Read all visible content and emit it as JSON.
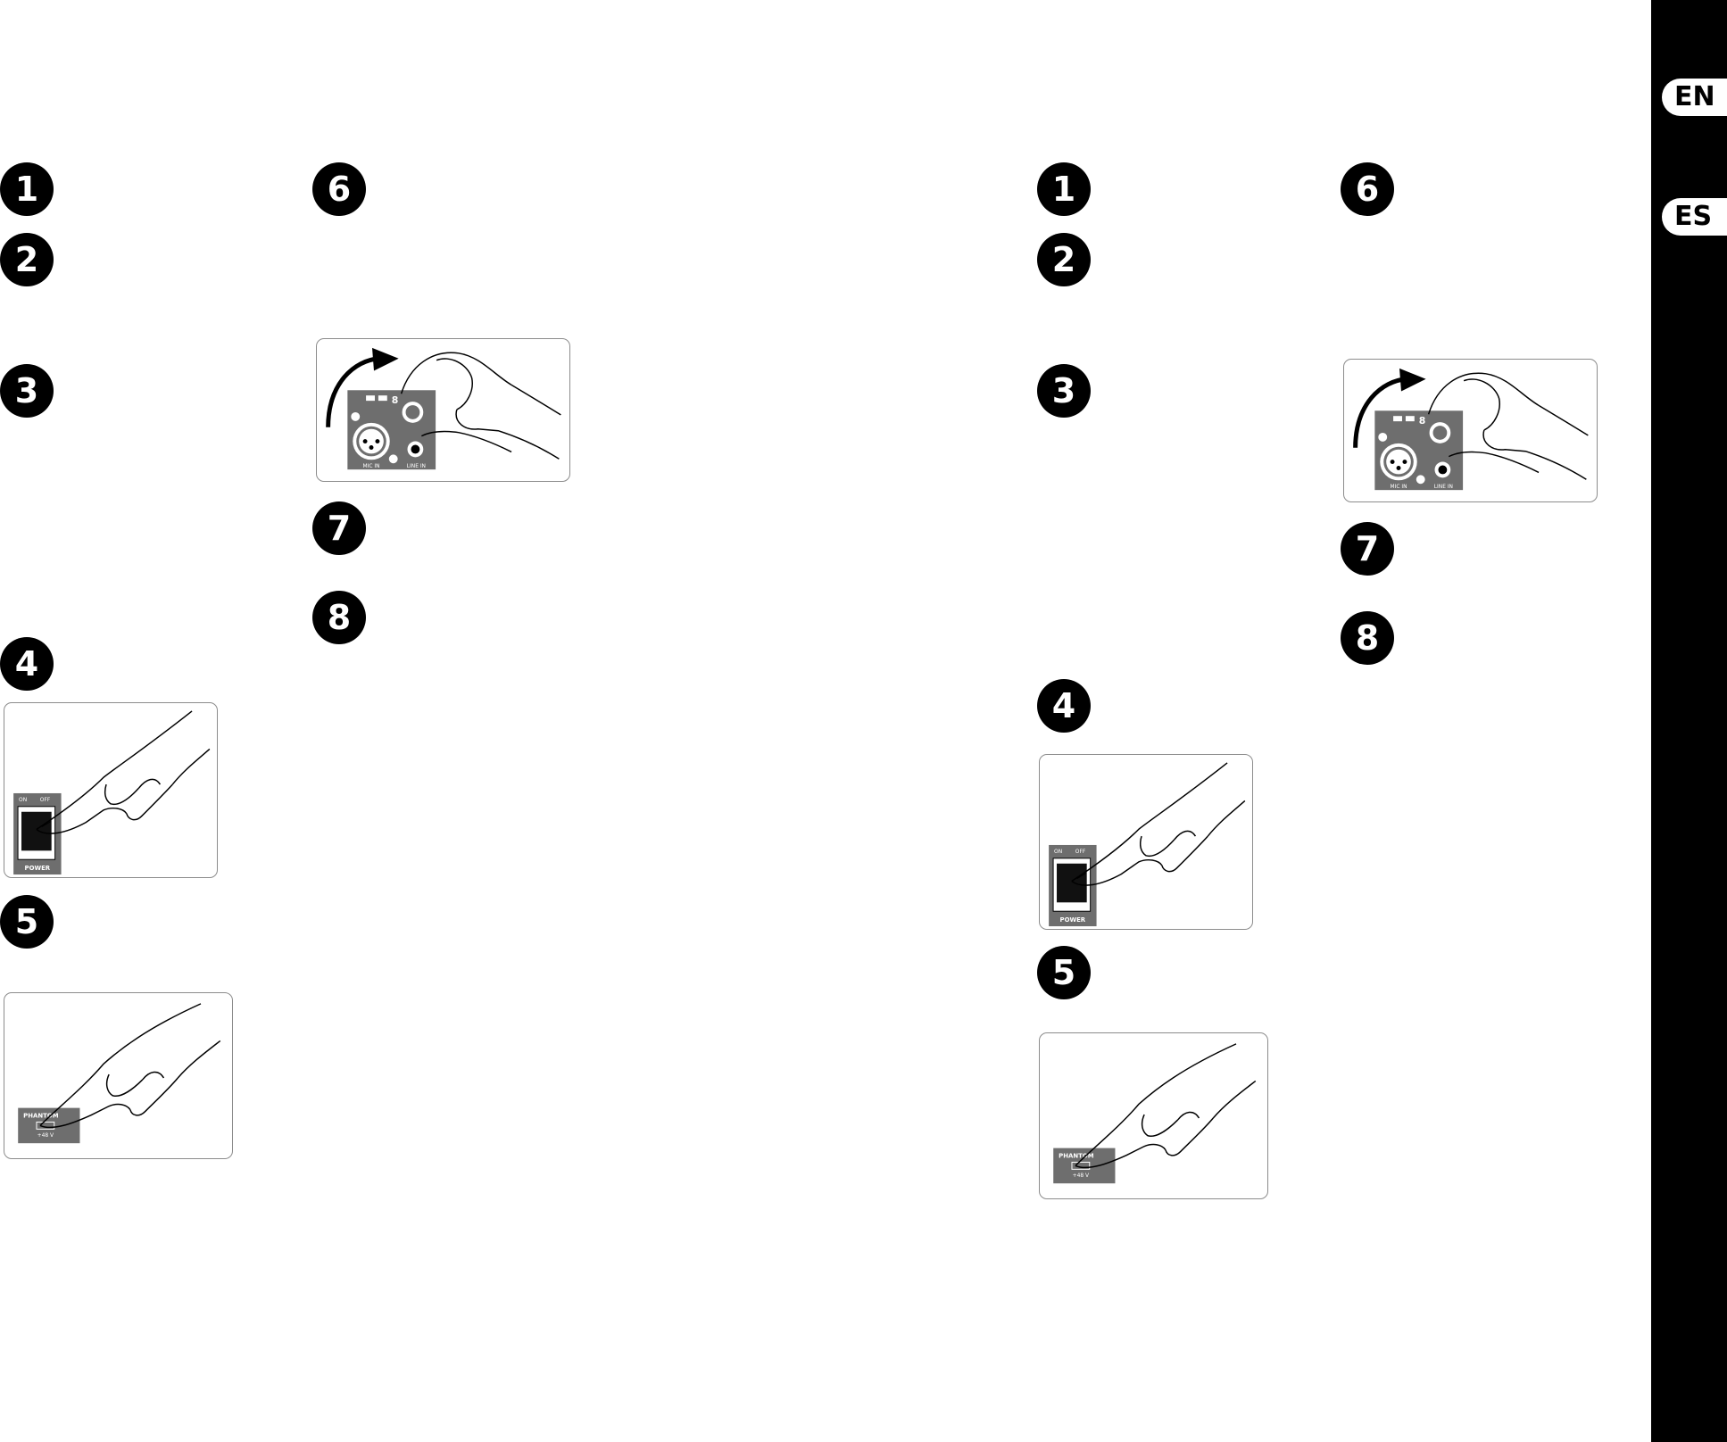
{
  "language_tabs": [
    "EN",
    "ES"
  ],
  "pages": [
    {
      "step_badges": [
        "1",
        "2",
        "3",
        "4",
        "5",
        "6",
        "7",
        "8"
      ],
      "illustrations": {
        "power": {
          "icon": "hand-pressing-power-switch-icon",
          "panel_label": "POWER",
          "on_label": "ON",
          "off_label": "OFF"
        },
        "phantom": {
          "icon": "hand-pressing-phantom-button-icon",
          "panel_label": "PHANTOM",
          "voltage_label": "+48 V"
        },
        "gain": {
          "icon": "hand-turning-gain-knob-icon",
          "channel_number": "8",
          "mic_label": "MIC IN",
          "line_label": "LINE IN"
        }
      }
    },
    {
      "step_badges": [
        "1",
        "2",
        "3",
        "4",
        "5",
        "6",
        "7",
        "8"
      ],
      "illustrations": {
        "power": {
          "icon": "hand-pressing-power-switch-icon",
          "panel_label": "POWER",
          "on_label": "ON",
          "off_label": "OFF"
        },
        "phantom": {
          "icon": "hand-pressing-phantom-button-icon",
          "panel_label": "PHANTOM",
          "voltage_label": "+48 V"
        },
        "gain": {
          "icon": "hand-turning-gain-knob-icon",
          "channel_number": "8",
          "mic_label": "MIC IN",
          "line_label": "LINE IN"
        }
      }
    }
  ]
}
